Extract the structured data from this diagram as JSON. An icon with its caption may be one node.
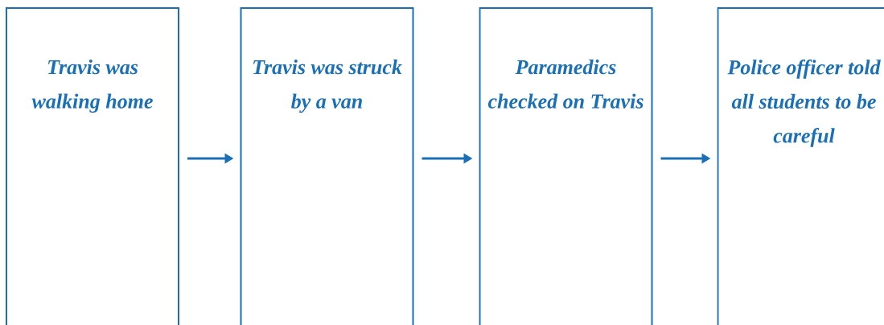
{
  "diagram": {
    "nodes": [
      {
        "text": [
          "Travis was walking home"
        ]
      },
      {
        "text": [
          "Travis was struck by a van"
        ]
      },
      {
        "text": [
          "Paramedics checked on Travis"
        ]
      },
      {
        "text": [
          "Police officer told all students to be careful"
        ]
      }
    ],
    "edges": [
      {
        "from": 0,
        "to": 1,
        "arrow": "to"
      },
      {
        "from": 1,
        "to": 2,
        "arrow": "to"
      },
      {
        "from": 2,
        "to": 3,
        "arrow": "to"
      }
    ]
  }
}
